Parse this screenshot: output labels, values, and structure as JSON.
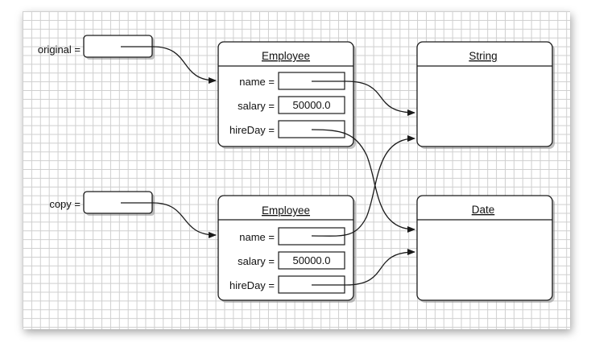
{
  "variables": {
    "original": "original =",
    "copy": "copy ="
  },
  "employee_top": {
    "title": "Employee",
    "name_label": "name =",
    "salary_label": "salary =",
    "salary_value": "50000.0",
    "hireday_label": "hireDay ="
  },
  "employee_bottom": {
    "title": "Employee",
    "name_label": "name =",
    "salary_label": "salary =",
    "salary_value": "50000.0",
    "hireday_label": "hireDay ="
  },
  "string_object": {
    "title": "String"
  },
  "date_object": {
    "title": "Date"
  }
}
